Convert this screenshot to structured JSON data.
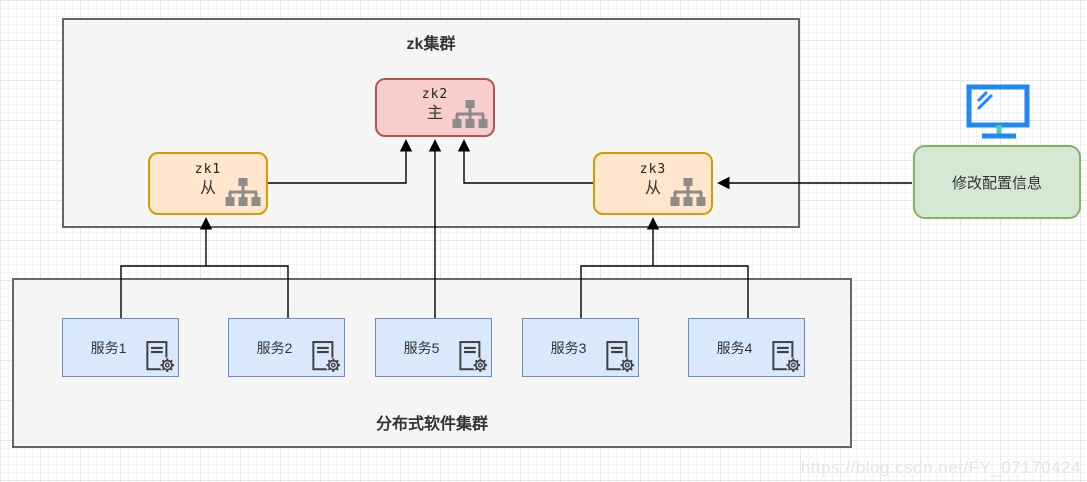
{
  "zk_cluster": {
    "title": "zk集群",
    "nodes": [
      {
        "name": "zk1",
        "role": "从"
      },
      {
        "name": "zk2",
        "role": "主"
      },
      {
        "name": "zk3",
        "role": "从"
      }
    ]
  },
  "software_cluster": {
    "title": "分布式软件集群",
    "services": [
      {
        "label": "服务1"
      },
      {
        "label": "服务2"
      },
      {
        "label": "服务5"
      },
      {
        "label": "服务3"
      },
      {
        "label": "服务4"
      }
    ]
  },
  "config_note": {
    "label": "修改配置信息"
  },
  "watermark": "https://blog.csdn.net/FY_07170424",
  "icons": {
    "monitor": "monitor-icon",
    "hierarchy": "hierarchy-tree-icon",
    "service": "document-gear-icon"
  },
  "colors": {
    "leader_fill": "#f8cecc",
    "leader_stroke": "#b85450",
    "follower_fill": "#ffe6cc",
    "follower_stroke": "#d79b00",
    "service_fill": "#dae8fc",
    "service_stroke": "#6c8ebf",
    "config_fill": "#d5e8d4",
    "config_stroke": "#82b366",
    "container_fill": "#f5f5f5",
    "container_stroke": "#666666",
    "edge_color": "#000000",
    "icon_gray": "#8c8c8c",
    "monitor_blue": "#2088f2",
    "monitor_teal": "#3fd0b5"
  }
}
